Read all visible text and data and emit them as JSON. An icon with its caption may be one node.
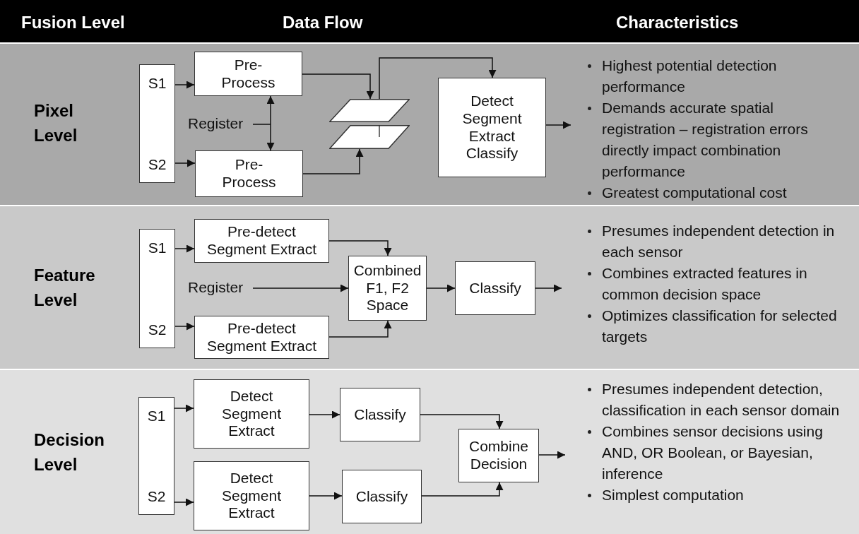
{
  "diagram": {
    "nodes": [
      {
        "text": [
          "Pixel Level",
          "Highest potential detection performance",
          "Demands accurate spatial registration – registration errors directly impact combination performance",
          "Greatest computational cost"
        ]
      },
      {
        "text": [
          "S1",
          "S2"
        ],
        "in": 0
      },
      {
        "text": [
          "Pre-Process"
        ],
        "in": 0
      },
      {
        "text": [
          "Pre-Process"
        ],
        "in": 0
      },
      {
        "text": [
          "Register"
        ],
        "in": 0
      },
      {
        "text": [],
        "shape": "parallelogram",
        "in": 0
      },
      {
        "text": [],
        "shape": "parallelogram",
        "in": 0
      },
      {
        "text": [
          "Detect Segment Extract Classify"
        ],
        "in": 0
      },
      {
        "text": [
          "Feature Level",
          "Presumes independent detection in each sensor",
          "Combines extracted features in common decision space",
          "Optimizes classification for selected targets"
        ]
      },
      {
        "text": [
          "S1",
          "S2"
        ],
        "in": 8
      },
      {
        "text": [
          "Pre-detect Segment Extract"
        ],
        "in": 8
      },
      {
        "text": [
          "Pre-detect Segment Extract"
        ],
        "in": 8
      },
      {
        "text": [
          "Register"
        ],
        "in": 8
      },
      {
        "text": [
          "Combined F1, F2 Space"
        ],
        "in": 8
      },
      {
        "text": [
          "Classify"
        ],
        "in": 8
      },
      {
        "text": [
          "Decision Level",
          "Presumes independent detection, classification in each sensor domain",
          "Combines sensor decisions using AND, OR Boolean, or Bayesian, inference",
          "Simplest computation"
        ]
      },
      {
        "text": [
          "S1",
          "S2"
        ],
        "in": 15
      },
      {
        "text": [
          "Detect Segment Extract"
        ],
        "in": 15
      },
      {
        "text": [
          "Detect Segment Extract"
        ],
        "in": 15
      },
      {
        "text": [
          "Classify"
        ],
        "in": 15
      },
      {
        "text": [
          "Classify"
        ],
        "in": 15
      },
      {
        "text": [
          "Combine Decision"
        ],
        "in": 15
      }
    ],
    "edges": [
      {
        "from": 1,
        "to": 2,
        "arrow": "to"
      },
      {
        "from": 1,
        "to": 3,
        "arrow": "to"
      },
      {
        "from": 2,
        "to": 3,
        "arrow": "both"
      },
      {
        "from": 4,
        "to": null,
        "arrow": "none"
      },
      {
        "from": 2,
        "to": 5,
        "arrow": "to"
      },
      {
        "from": 3,
        "to": 6,
        "arrow": "to"
      },
      {
        "from": 5,
        "to": 7,
        "arrow": "to"
      },
      {
        "from": 7,
        "to": null,
        "arrow": "to"
      },
      {
        "from": 9,
        "to": 10,
        "arrow": "to"
      },
      {
        "from": 9,
        "to": 11,
        "arrow": "to"
      },
      {
        "from": 10,
        "to": 13,
        "arrow": "to"
      },
      {
        "from": 11,
        "to": 13,
        "arrow": "to"
      },
      {
        "from": 12,
        "to": 13,
        "arrow": "to"
      },
      {
        "from": 13,
        "to": 14,
        "arrow": "to"
      },
      {
        "from": 14,
        "to": null,
        "arrow": "to"
      },
      {
        "from": 16,
        "to": 17,
        "arrow": "to"
      },
      {
        "from": 16,
        "to": 18,
        "arrow": "to"
      },
      {
        "from": 17,
        "to": 19,
        "arrow": "to"
      },
      {
        "from": 18,
        "to": 20,
        "arrow": "to"
      },
      {
        "from": 19,
        "to": 21,
        "arrow": "to"
      },
      {
        "from": 20,
        "to": 21,
        "arrow": "to"
      },
      {
        "from": 21,
        "to": null,
        "arrow": "to"
      }
    ],
    "labels": [
      "Fusion Level",
      "Data Flow",
      "Characteristics"
    ]
  }
}
